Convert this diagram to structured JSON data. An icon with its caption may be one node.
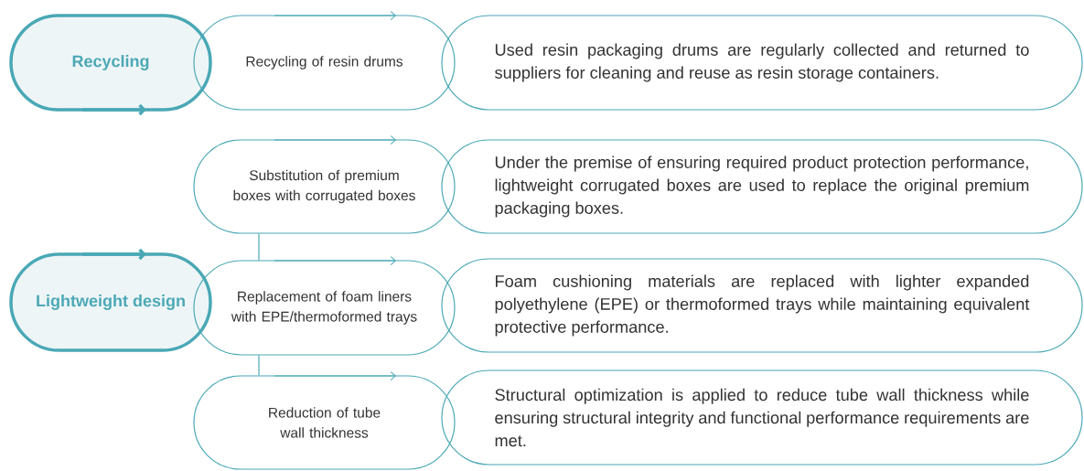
{
  "diagram": {
    "nodes": [
      {
        "text": [
          "Recycling"
        ]
      },
      {
        "text": [
          "Recycling of resin drums"
        ]
      },
      {
        "text": [
          "Used resin packaging drums are regularly collected and returned to suppliers for cleaning and reuse as resin storage containers."
        ]
      },
      {
        "text": [
          "Lightweight design"
        ]
      },
      {
        "text": [
          "Substitution of premium boxes with corrugated boxes"
        ]
      },
      {
        "text": [
          "Under the premise of ensuring required product protection performance, lightweight corrugated boxes are used to replace the original premium packaging boxes."
        ]
      },
      {
        "text": [
          "Replacement of foam liners with EPE/thermoformed trays"
        ]
      },
      {
        "text": [
          "Foam cushioning materials are replaced with lighter expanded polyethylene (EPE) or thermoformed trays while maintaining equivalent protective performance."
        ]
      },
      {
        "text": [
          "Reduction of tube wall thickness"
        ]
      },
      {
        "text": [
          "Structural optimization is applied to reduce tube wall thickness while ensuring structural integrity and functional performance requirements are met."
        ]
      }
    ],
    "edges": [
      {
        "from": 4,
        "to": 6,
        "arrow": "none"
      },
      {
        "from": 6,
        "to": 8,
        "arrow": "none"
      }
    ]
  }
}
